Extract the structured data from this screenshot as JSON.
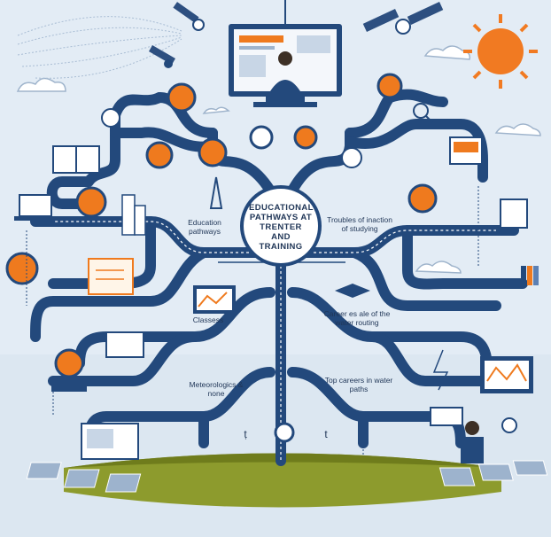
{
  "center_title": "EDUCATIONAL PATHWAYS AT TRENTER AND TRAINING",
  "labels": {
    "left_upper": "Education pathways",
    "right_upper": "Troubles of inaction of studying",
    "left_mid": "Classess",
    "right_mid": "Career es ale of the water routing",
    "left_lower": "Meteorologics & none",
    "right_lower": "Top careers in water paths",
    "trunk_left_mark": "ṭ",
    "trunk_right_mark": "t"
  },
  "colors": {
    "sky": "#dfe9f3",
    "branch": "#23497c",
    "branch_light": "#5c80b4",
    "accent": "#ef7a1e",
    "ground": "#8d9b2d",
    "sun": "#f17a22"
  }
}
